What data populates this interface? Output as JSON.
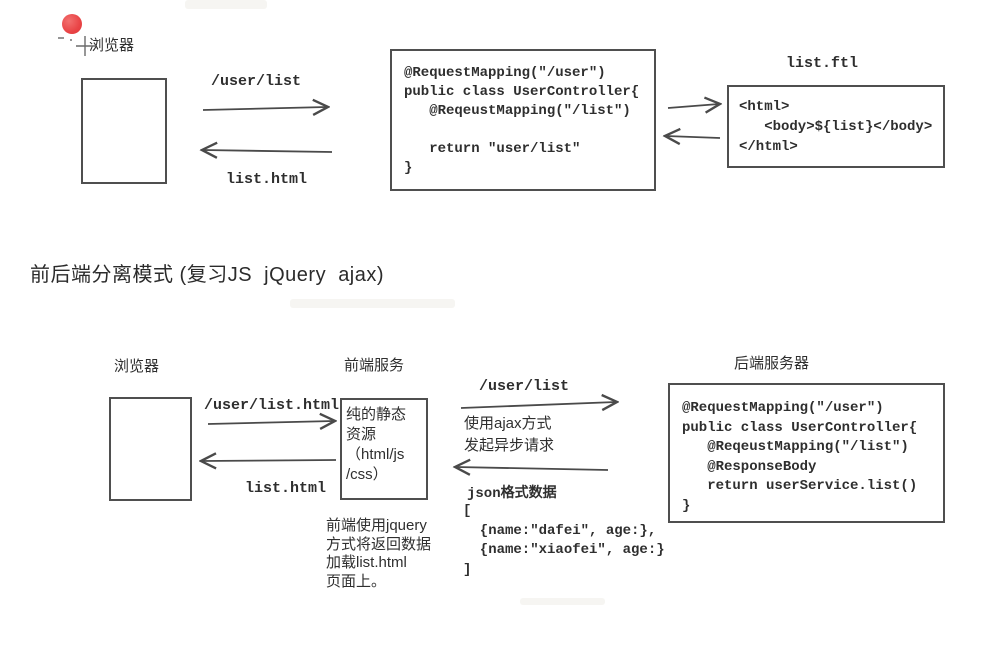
{
  "colors": {
    "ink": "#2f2f2f",
    "box_border": "#4f4f4f",
    "red_dot": "#e94446"
  },
  "top_flow": {
    "browser_label": "浏览器",
    "request_label": "/user/list",
    "response_label": "list.html",
    "controller_code": [
      "@RequestMapping(\"/user\")",
      "public class UserController{",
      "   @ReqeustMapping(\"/list\")",
      "",
      "   return \"user/list\"",
      "}"
    ],
    "template_title": "list.ftl",
    "template_code": [
      "<html>",
      "   <body>${list}</body>",
      "</html>"
    ]
  },
  "section_title": "前后端分离模式 (复习JS  jQuery  ajax)",
  "bottom_flow": {
    "browser_label": "浏览器",
    "frontend_label": "前端服务",
    "backend_label": "后端服务器",
    "request_label": "/user/list.html",
    "response_label": "list.html",
    "frontend_box_lines": [
      "纯的静态",
      "资源",
      "（html/js",
      "/css）"
    ],
    "ajax_request_label": "/user/list",
    "ajax_desc_line1": "使用ajax方式",
    "ajax_desc_line2": "发起异步请求",
    "json_label": "json格式数据",
    "json_lines": [
      "[",
      "  {name:\"dafei\", age:},",
      "  {name:\"xiaofei\", age:}",
      "]"
    ],
    "backend_code": [
      "@RequestMapping(\"/user\")",
      "public class UserController{",
      "   @ReqeustMapping(\"/list\")",
      "   @ResponseBody",
      "   return userService.list()",
      "}"
    ],
    "note_lines": [
      "前端使用jquery",
      "方式将返回数据",
      "加载list.html",
      "页面上。"
    ]
  }
}
